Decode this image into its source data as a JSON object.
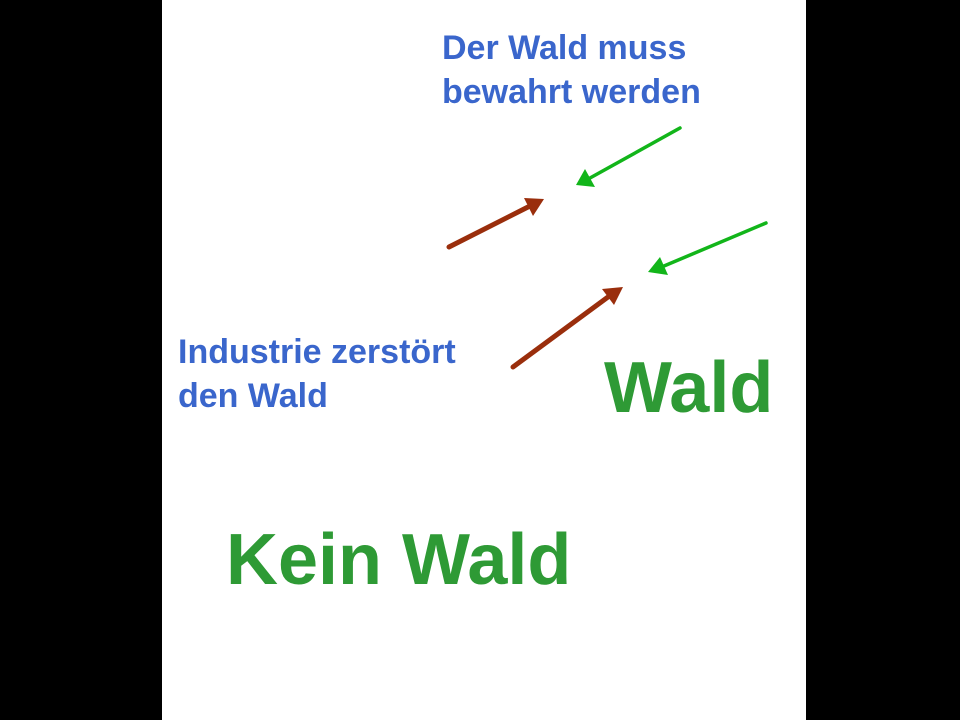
{
  "texts": {
    "top_line1": "Der Wald muss",
    "top_line2": "bewahrt werden",
    "left_line1": "Industrie zerstört",
    "left_line2": "den Wald",
    "wald": "Wald",
    "kein_wald": "Kein Wald"
  },
  "colors": {
    "text_blue": "#3A66CC",
    "text_green": "#2E9A35",
    "arrow_green": "#12B51A",
    "arrow_brown": "#9A2E0C",
    "background": "#ffffff",
    "border": "#000000"
  }
}
